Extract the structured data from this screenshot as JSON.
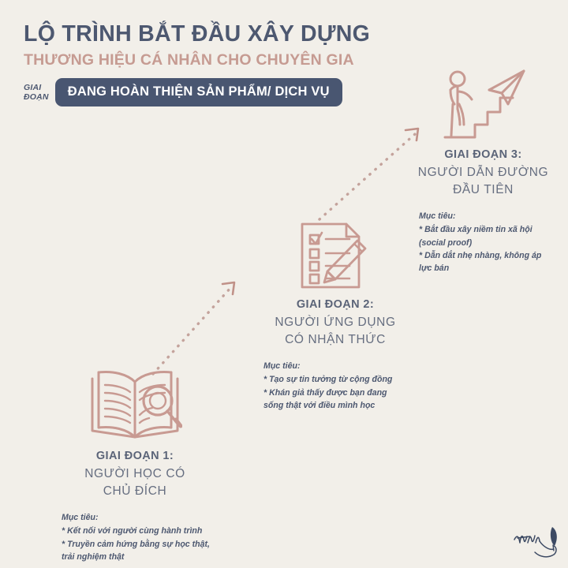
{
  "theme": {
    "background": "#f2efe9",
    "ink": "#4d5870",
    "accent_rose": "#c69b92",
    "pill_bg": "#495671",
    "icon_stroke": "#c89a92"
  },
  "header": {
    "title": "LỘ TRÌNH BẮT ĐẦU XÂY DỰNG",
    "subtitle": "THƯƠNG HIỆU CÁ NHÂN CHO CHUYÊN GIA",
    "stage_kicker_line1": "GIAI",
    "stage_kicker_line2": "ĐOẠN",
    "stage_pill": "ĐANG HOÀN THIỆN SẢN PHẨM/ DỊCH VỤ"
  },
  "stages": [
    {
      "id": "stage-1",
      "icon": "open-book-magnifier-icon",
      "heading_bold": "GIAI ĐOẠN 1:",
      "heading_line2": "NGƯỜI HỌC CÓ",
      "heading_line3": "CHỦ ĐÍCH",
      "goals_label": "Mục tiêu:",
      "goals": [
        "* Kết nối với người cùng hành trình",
        "* Truyền cảm hứng bằng sự học thật,",
        "trải nghiệm thật"
      ]
    },
    {
      "id": "stage-2",
      "icon": "checklist-pencil-icon",
      "heading_bold": "GIAI ĐOẠN 2:",
      "heading_line2": "NGƯỜI ỨNG DỤNG",
      "heading_line3": "CÓ NHẬN THỨC",
      "goals_label": "Mục tiêu:",
      "goals": [
        "* Tạo sự tin tưởng từ cộng đồng",
        "* Khán giả thấy được bạn đang",
        "sống thật với điều mình học"
      ]
    },
    {
      "id": "stage-3",
      "icon": "person-stairs-paperplane-icon",
      "heading_bold": "GIAI ĐOẠN 3:",
      "heading_line2": "NGƯỜI DẪN ĐƯỜNG",
      "heading_line3": "ĐẦU TIÊN",
      "goals_label": "Mục tiêu:",
      "goals": [
        "* Bắt đầu xây niềm tin xã hội",
        "(social proof)",
        "* Dẫn dắt nhẹ nhàng, không áp",
        "lực bán"
      ]
    }
  ],
  "decorations": {
    "arrow_1": "dotted-arrow-stage1-to-stage2",
    "arrow_2": "dotted-arrow-stage2-to-stage3",
    "signature": "quill-signature"
  }
}
